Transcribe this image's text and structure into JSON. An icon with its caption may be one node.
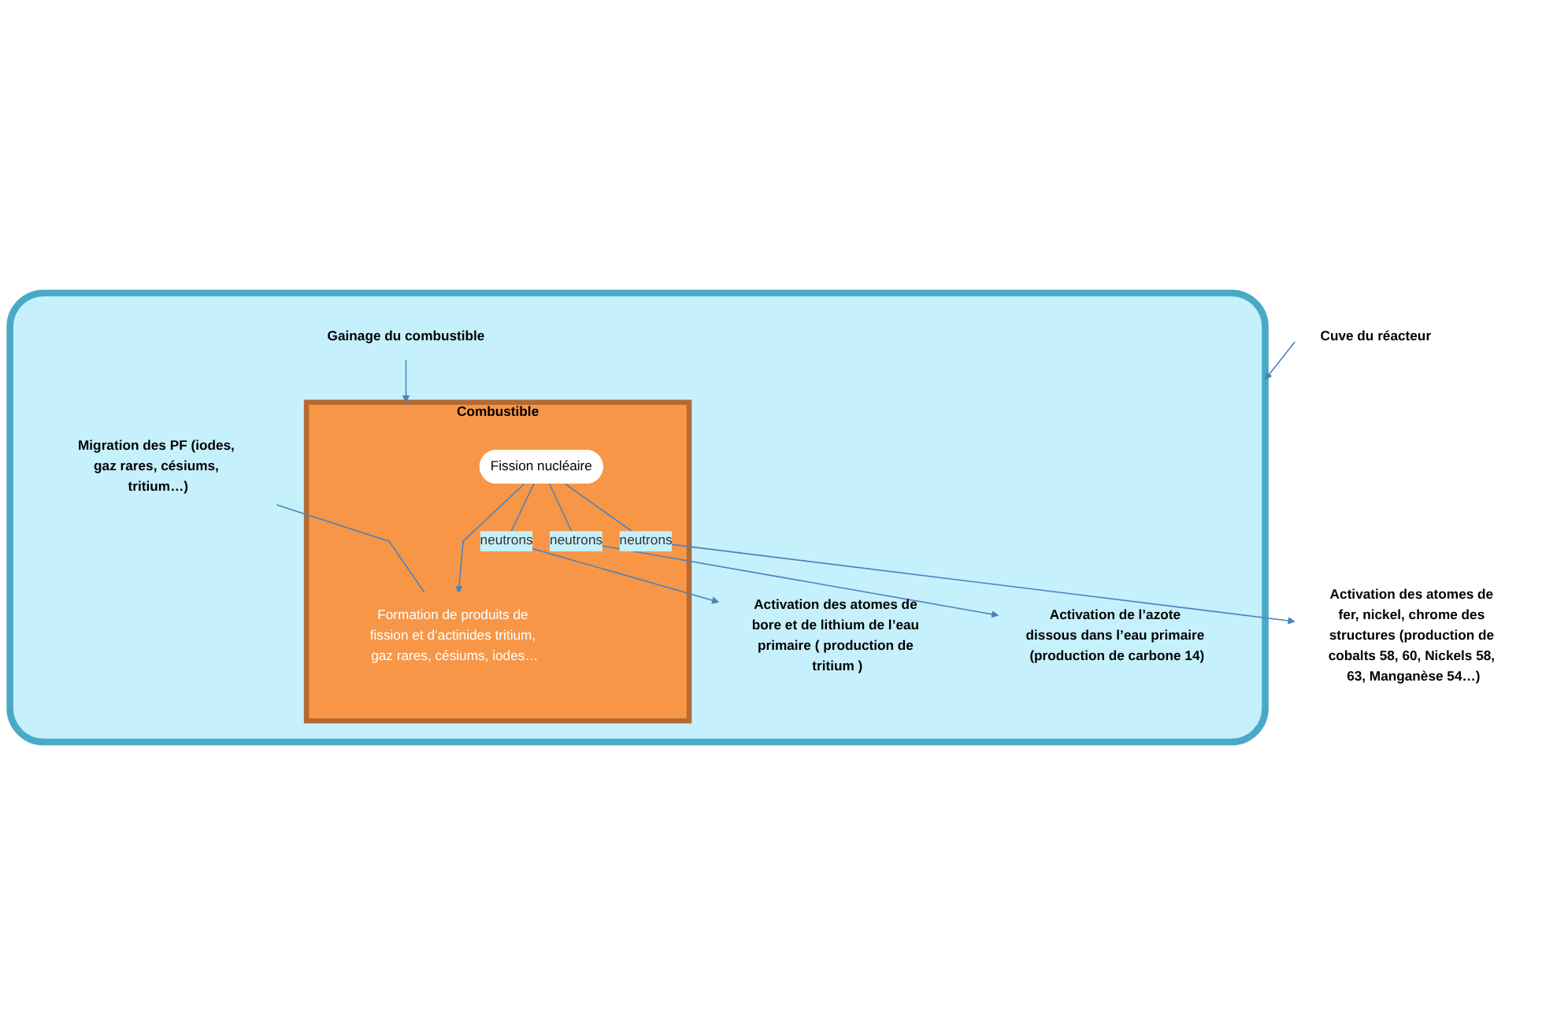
{
  "diagram": {
    "nodes": [
      {
        "text": [],
        "shape": "box"
      },
      {
        "text": [
          "Activation des atomes de bore et de lithium de l’eau primaire ( production de tritium )"
        ],
        "in": 0
      },
      {
        "text": [
          "Combustible"
        ],
        "in": 0
      },
      {
        "text": [
          "Fission nucléaire"
        ],
        "in": 2
      },
      {
        "text": [
          "Formation de produits de fission et d’actinides tritium, gaz rares, césiums, iodes…"
        ],
        "in": 2
      },
      {
        "text": [
          "Migration des PF (iodes, gaz rares, césiums, tritium…)"
        ],
        "in": 0
      },
      {
        "text": [
          "Activation des atomes de fer, nickel, chrome des structures (production de cobalts 58, 60, Nickels 58, 63, Manganèse 54…)"
        ]
      },
      {
        "text": [
          "Cuve du réacteur"
        ]
      },
      {
        "text": [
          "Gainage du combustible"
        ],
        "in": 0
      },
      {
        "text": [
          "Activation de l’azote dissous dans l’eau primaire (production de carbone 14)"
        ],
        "in": 0
      }
    ],
    "edges": [
      {
        "from": 3,
        "to": 1,
        "arrow": "to",
        "label": "neutrons"
      },
      {
        "from": 3,
        "to": 6,
        "arrow": "to",
        "label": "neutrons"
      },
      {
        "from": 3,
        "to": 9,
        "arrow": "to",
        "label": "neutrons"
      },
      {
        "from": 3,
        "to": 4,
        "arrow": "to"
      },
      {
        "from": 5,
        "to": 4,
        "arrow": "none"
      },
      {
        "from": 7,
        "to": 0,
        "arrow": "to"
      },
      {
        "from": 8,
        "to": 2,
        "arrow": "to"
      }
    ]
  }
}
